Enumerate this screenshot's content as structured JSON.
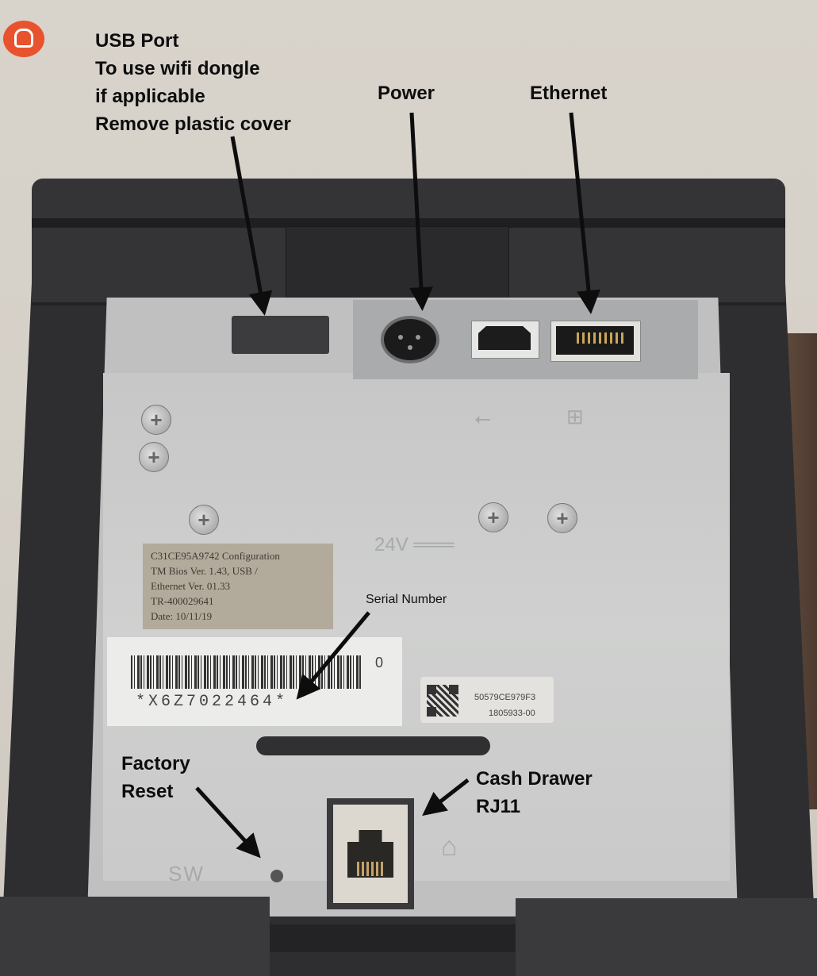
{
  "image": {
    "description": "Underside of a thermal receipt printer with annotated ports",
    "logo": {
      "icon": "toast-logo-icon",
      "color": "#e8532d"
    }
  },
  "annotations": {
    "usb_port": {
      "lines": [
        "USB Port",
        "To use wifi dongle",
        "if applicable",
        "Remove plastic cover"
      ]
    },
    "power": {
      "label": "Power"
    },
    "ethernet": {
      "label": "Ethernet"
    },
    "serial_number": {
      "label": "Serial Number"
    },
    "factory_reset": {
      "lines": [
        "Factory",
        "Reset"
      ]
    },
    "cash_drawer": {
      "lines": [
        "Cash Drawer",
        "RJ11"
      ]
    }
  },
  "labels": {
    "config": {
      "lines": [
        "C31CE95A9742 Configuration",
        "TM Bios Ver. 1.43, USB /",
        "Ethernet  Ver. 01.33",
        "TR-400029641",
        "Date: 10/11/19"
      ]
    },
    "barcode": {
      "text": "*X6Z7022464*",
      "suffix": "0"
    },
    "qr_label": {
      "line1": "50579CE979F3",
      "line2": "1805933-00"
    }
  },
  "embossed": {
    "voltage": "24V ═══",
    "switch": "SW"
  },
  "colors": {
    "annotation_text": "#0d0d0d",
    "printer_shell": "#343436",
    "tray": "#c6c7c6",
    "wall": "#d8d3cb"
  }
}
